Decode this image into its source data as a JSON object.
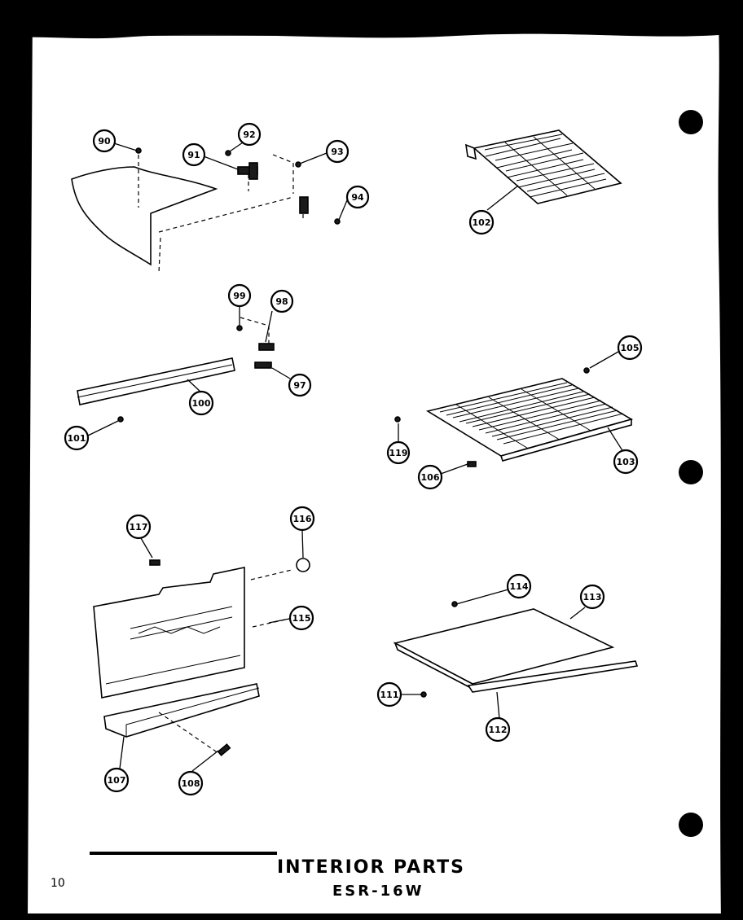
{
  "title": "INTERIOR PARTS",
  "model": "ESR-16W",
  "page_number": "10",
  "callouts": [
    "90",
    "91",
    "92",
    "93",
    "94",
    "102",
    "99",
    "98",
    "97",
    "100",
    "101",
    "105",
    "119",
    "106",
    "103",
    "117",
    "116",
    "115",
    "107",
    "108",
    "114",
    "113",
    "111",
    "112"
  ]
}
